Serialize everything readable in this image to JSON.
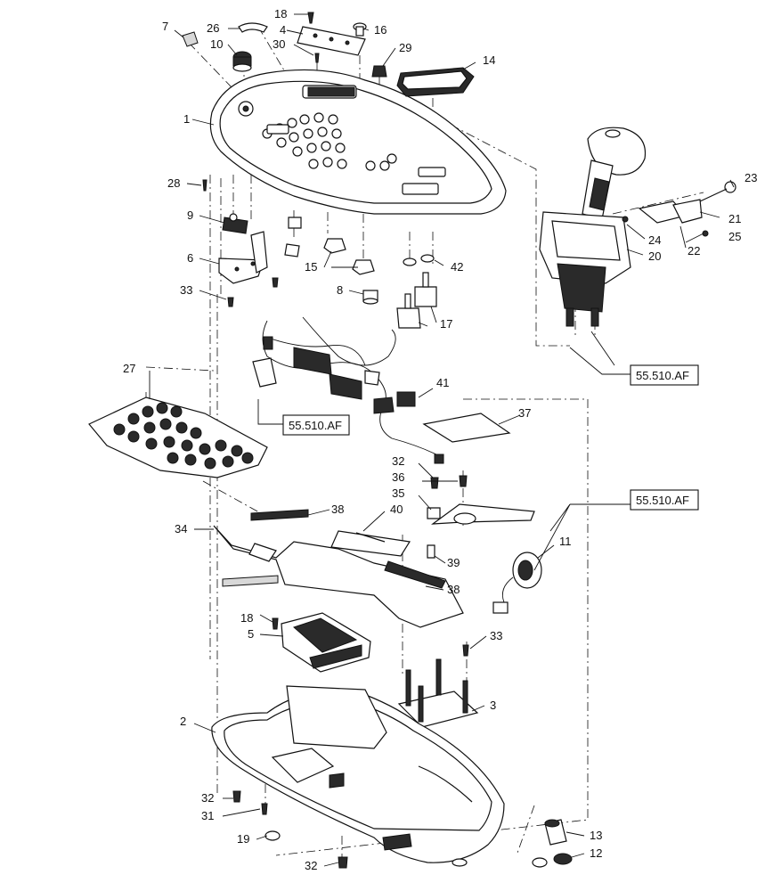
{
  "callouts": [
    {
      "id": "c1",
      "label": "1"
    },
    {
      "id": "c2",
      "label": "2"
    },
    {
      "id": "c3",
      "label": "3"
    },
    {
      "id": "c4",
      "label": "4"
    },
    {
      "id": "c5",
      "label": "5"
    },
    {
      "id": "c6",
      "label": "6"
    },
    {
      "id": "c7",
      "label": "7"
    },
    {
      "id": "c8",
      "label": "8"
    },
    {
      "id": "c9",
      "label": "9"
    },
    {
      "id": "c10",
      "label": "10"
    },
    {
      "id": "c11",
      "label": "11"
    },
    {
      "id": "c12",
      "label": "12"
    },
    {
      "id": "c13",
      "label": "13"
    },
    {
      "id": "c14",
      "label": "14"
    },
    {
      "id": "c15",
      "label": "15"
    },
    {
      "id": "c16",
      "label": "16"
    },
    {
      "id": "c17",
      "label": "17"
    },
    {
      "id": "c18a",
      "label": "18"
    },
    {
      "id": "c18b",
      "label": "18"
    },
    {
      "id": "c19",
      "label": "19"
    },
    {
      "id": "c20",
      "label": "20"
    },
    {
      "id": "c21",
      "label": "21"
    },
    {
      "id": "c22",
      "label": "22"
    },
    {
      "id": "c23",
      "label": "23"
    },
    {
      "id": "c24",
      "label": "24"
    },
    {
      "id": "c25",
      "label": "25"
    },
    {
      "id": "c26",
      "label": "26"
    },
    {
      "id": "c27",
      "label": "27"
    },
    {
      "id": "c28",
      "label": "28"
    },
    {
      "id": "c29",
      "label": "29"
    },
    {
      "id": "c30",
      "label": "30"
    },
    {
      "id": "c31",
      "label": "31"
    },
    {
      "id": "c32a",
      "label": "32"
    },
    {
      "id": "c32b",
      "label": "32"
    },
    {
      "id": "c32c",
      "label": "32"
    },
    {
      "id": "c33a",
      "label": "33"
    },
    {
      "id": "c33b",
      "label": "33"
    },
    {
      "id": "c34",
      "label": "34"
    },
    {
      "id": "c35",
      "label": "35"
    },
    {
      "id": "c36",
      "label": "36"
    },
    {
      "id": "c37",
      "label": "37"
    },
    {
      "id": "c38a",
      "label": "38"
    },
    {
      "id": "c38b",
      "label": "38"
    },
    {
      "id": "c39",
      "label": "39"
    },
    {
      "id": "c40",
      "label": "40"
    },
    {
      "id": "c41",
      "label": "41"
    },
    {
      "id": "c42",
      "label": "42"
    }
  ],
  "references": [
    {
      "id": "ref1",
      "label": "55.510.AF"
    },
    {
      "id": "ref2",
      "label": "55.510.AF"
    },
    {
      "id": "ref3",
      "label": "55.510.AF"
    }
  ]
}
